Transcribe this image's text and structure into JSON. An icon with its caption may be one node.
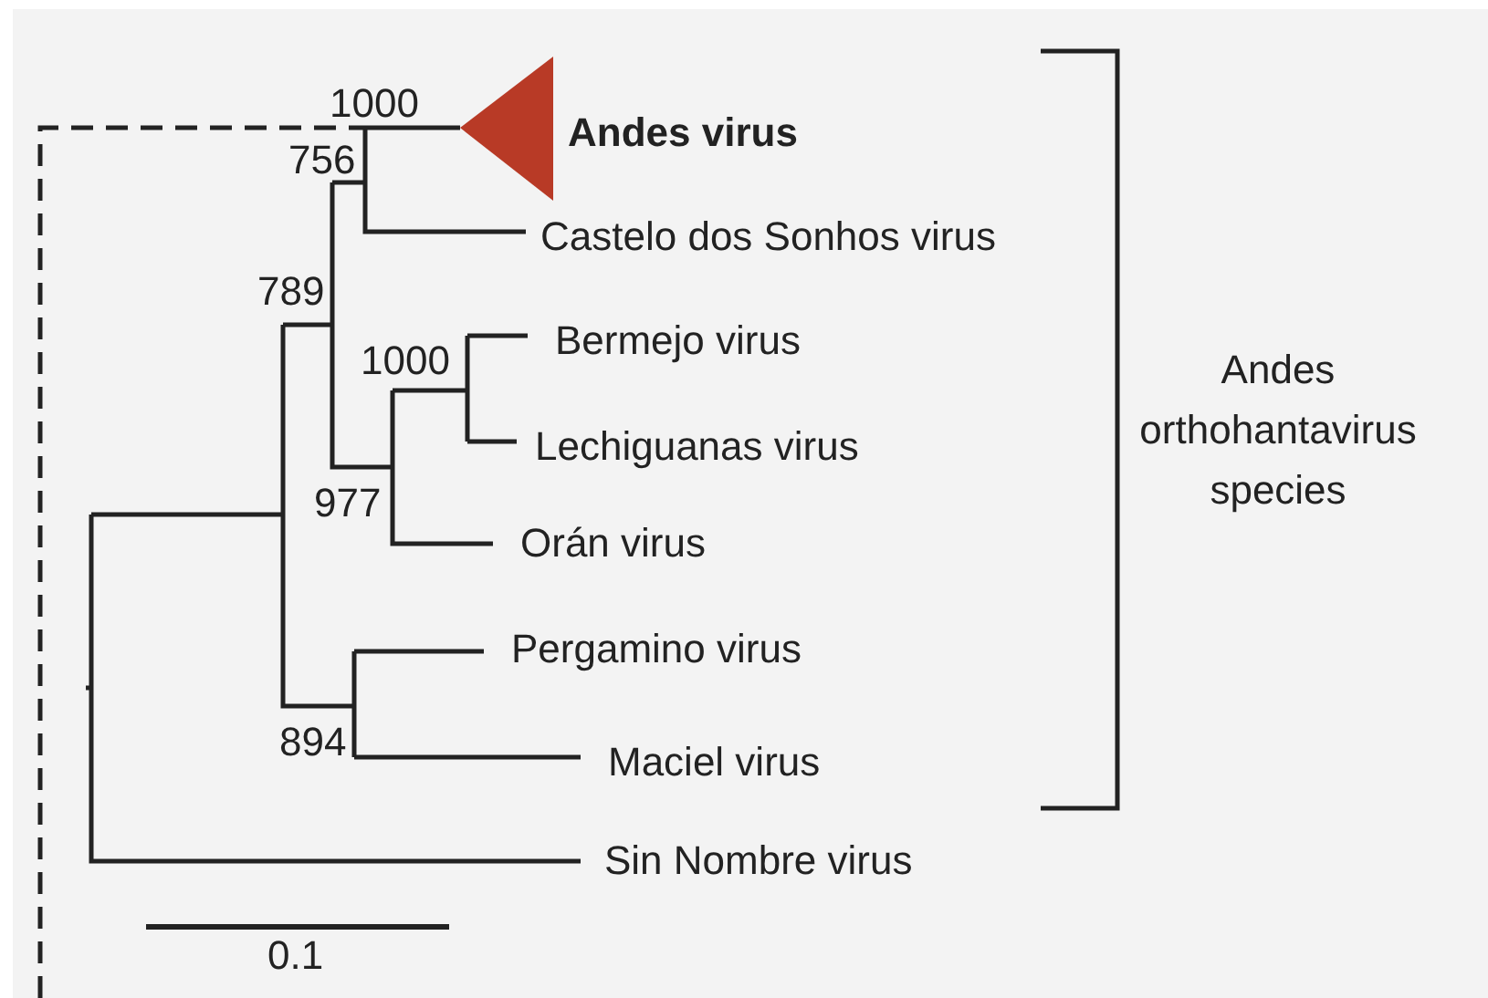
{
  "diagram": {
    "labels": [
      "1000",
      "Andes virus",
      "756",
      "Castelo dos Sonhos virus",
      "789",
      "Bermejo virus",
      "1000",
      "Andes orthohantavirus species",
      "Lechiguanas virus",
      "977",
      "Orán virus",
      "Pergamino virus",
      "894",
      "Maciel virus",
      "Sin Nombre virus",
      "0.1"
    ]
  }
}
